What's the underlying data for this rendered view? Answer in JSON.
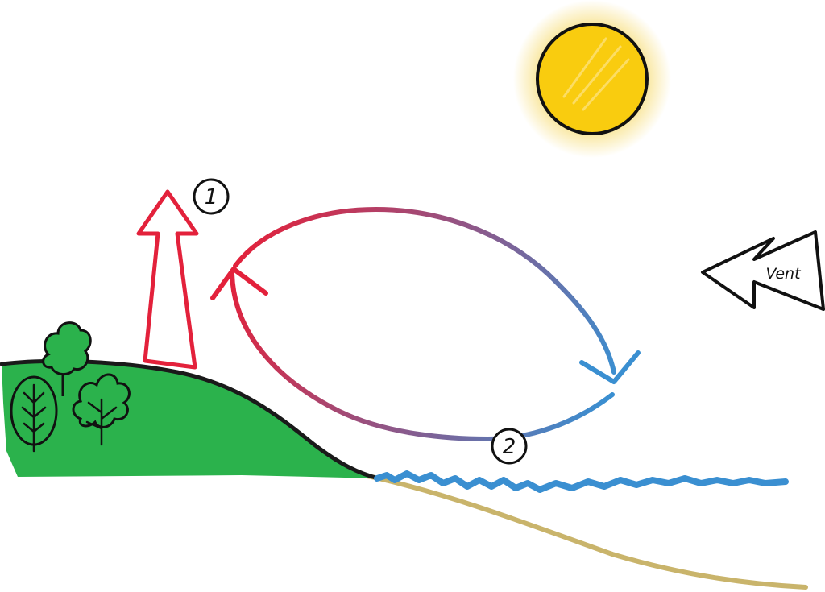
{
  "labels": {
    "marker_1": "1",
    "marker_2": "2",
    "wind": "Vent"
  },
  "colors": {
    "sun_fill": "#f9cc0f",
    "sun_glow": "#f7dd78",
    "land": "#2bb24c",
    "shore_line": "#1a1a1a",
    "sediment": "#c9b46b",
    "sea": "#3a8fd1",
    "arrow_red": "#e3213b",
    "arrow_blue": "#3a8fd1",
    "ink": "#111111"
  },
  "icons": {
    "sun": "sun-icon",
    "tree_round": "tree-icon",
    "tree_oval": "tree-icon",
    "tree_branchy": "tree-icon",
    "wind_arrow": "wind-arrow-icon",
    "updraft_arrow": "up-arrow-icon"
  }
}
